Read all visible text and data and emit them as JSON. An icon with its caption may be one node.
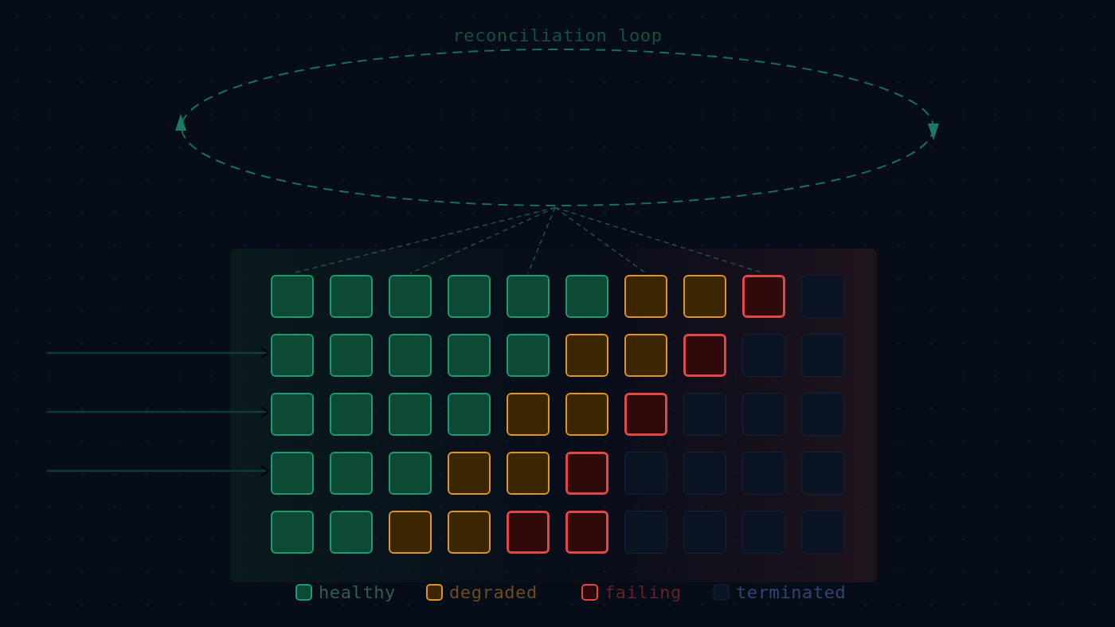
{
  "diagram": {
    "nodes": [
      {
        "text": [
          "reconciliation loop"
        ]
      },
      {
        "text": [],
        "shape": "box"
      },
      {
        "text": [],
        "shape": "box"
      },
      {
        "text": [],
        "shape": "box"
      },
      {
        "text": [],
        "shape": "box"
      },
      {
        "text": [],
        "shape": "box"
      },
      {
        "text": [],
        "shape": "box"
      },
      {
        "text": [],
        "shape": "box"
      },
      {
        "text": [],
        "shape": "box"
      },
      {
        "text": [],
        "shape": "box"
      },
      {
        "text": [],
        "shape": "box"
      },
      {
        "text": [],
        "shape": "box"
      },
      {
        "text": [],
        "shape": "box"
      },
      {
        "text": [],
        "shape": "box"
      },
      {
        "text": [],
        "shape": "box"
      },
      {
        "text": [],
        "shape": "box"
      },
      {
        "text": [],
        "shape": "box"
      },
      {
        "text": [],
        "shape": "box"
      },
      {
        "text": [],
        "shape": "box"
      },
      {
        "text": [],
        "shape": "box"
      },
      {
        "text": [],
        "shape": "box"
      },
      {
        "text": [],
        "shape": "box"
      },
      {
        "text": [],
        "shape": "box"
      },
      {
        "text": [],
        "shape": "box"
      },
      {
        "text": [],
        "shape": "box"
      },
      {
        "text": [],
        "shape": "box"
      },
      {
        "text": [],
        "shape": "box"
      },
      {
        "text": [],
        "shape": "box"
      },
      {
        "text": [],
        "shape": "box"
      },
      {
        "text": [],
        "shape": "box"
      },
      {
        "text": [],
        "shape": "box"
      },
      {
        "text": [],
        "shape": "box"
      },
      {
        "text": [],
        "shape": "box"
      },
      {
        "text": [],
        "shape": "box"
      },
      {
        "text": [],
        "shape": "box"
      },
      {
        "text": [],
        "shape": "box"
      },
      {
        "text": [],
        "shape": "box"
      },
      {
        "text": [],
        "shape": "box"
      },
      {
        "text": [],
        "shape": "box"
      },
      {
        "text": [],
        "shape": "box"
      },
      {
        "text": [],
        "shape": "box"
      },
      {
        "text": [],
        "shape": "box"
      },
      {
        "text": [],
        "shape": "box"
      },
      {
        "text": [],
        "shape": "box"
      },
      {
        "text": [],
        "shape": "box"
      },
      {
        "text": [],
        "shape": "box"
      },
      {
        "text": [],
        "shape": "box"
      },
      {
        "text": [],
        "shape": "box"
      },
      {
        "text": [],
        "shape": "box"
      },
      {
        "text": [],
        "shape": "box"
      },
      {
        "text": [],
        "shape": "box"
      }
    ],
    "edges": [
      {
        "from": 0,
        "to": 1,
        "arrow": "none",
        "style": "dashed"
      },
      {
        "from": 0,
        "to": 3,
        "arrow": "none",
        "style": "dashed"
      },
      {
        "from": 0,
        "to": 5,
        "arrow": "none",
        "style": "dashed"
      },
      {
        "from": 0,
        "to": 7,
        "arrow": "none",
        "style": "dashed"
      },
      {
        "from": 0,
        "to": 9,
        "arrow": "none",
        "style": "dashed"
      },
      {
        "from": null,
        "to": 11,
        "arrow": "to"
      },
      {
        "from": null,
        "to": 21,
        "arrow": "to"
      },
      {
        "from": null,
        "to": 31,
        "arrow": "to"
      }
    ],
    "legend": [
      {
        "text": "healthy",
        "color": "#0d4a35"
      },
      {
        "text": "degraded",
        "color": "#3c2600"
      },
      {
        "text": "failing",
        "color": "#2e0a0b"
      },
      {
        "text": "terminated",
        "color": "#0b1422"
      }
    ]
  }
}
